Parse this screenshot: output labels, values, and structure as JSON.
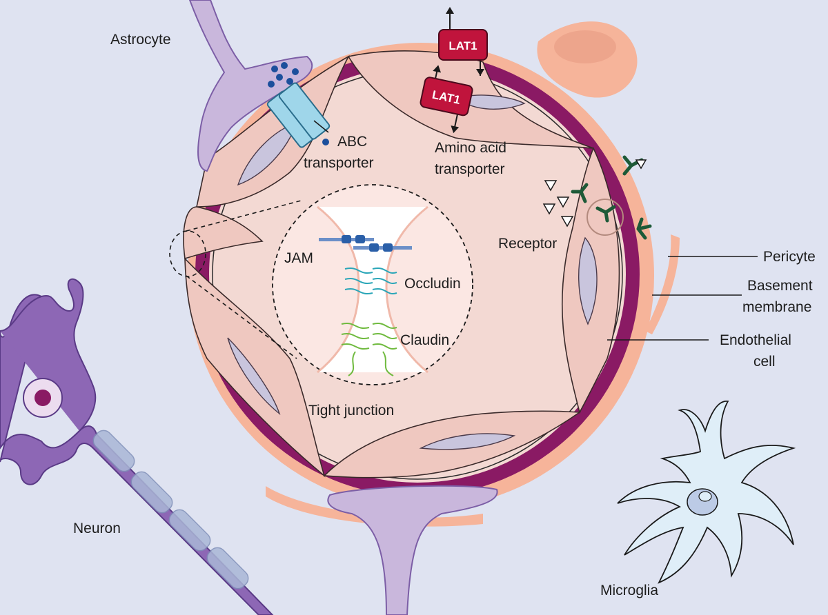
{
  "labels": {
    "astrocyte": "Astrocyte",
    "abc_line1": "ABC",
    "abc_line2": "transporter",
    "amino_line1": "Amino acid",
    "amino_line2": "transporter",
    "lat1": "LAT1",
    "receptor": "Receptor",
    "pericyte": "Pericyte",
    "basement_line1": "Basement",
    "basement_line2": "membrane",
    "endothelial_line1": "Endothelial",
    "endothelial_line2": "cell",
    "jam": "JAM",
    "occludin": "Occludin",
    "claudin": "Claudin",
    "tight_junction": "Tight junction",
    "neuron": "Neuron",
    "microglia": "Microglia"
  },
  "colors": {
    "background": "#dfe3f1",
    "pericyte": "#f6b49a",
    "basement_membrane": "#8a1a64",
    "endothelium": "#eecdc6",
    "lumen": "#f7e1dc",
    "astrocyte": "#c9b7dc",
    "neuron": "#8d67b5",
    "microglia": "#dfeef8",
    "lat1": "#c0143c",
    "abc_transporter": "#9fd6ea",
    "jam": "#2a5fa8",
    "occludin": "#2aa6b8",
    "claudin": "#6fba3e",
    "receptor": "#1e5a38"
  }
}
